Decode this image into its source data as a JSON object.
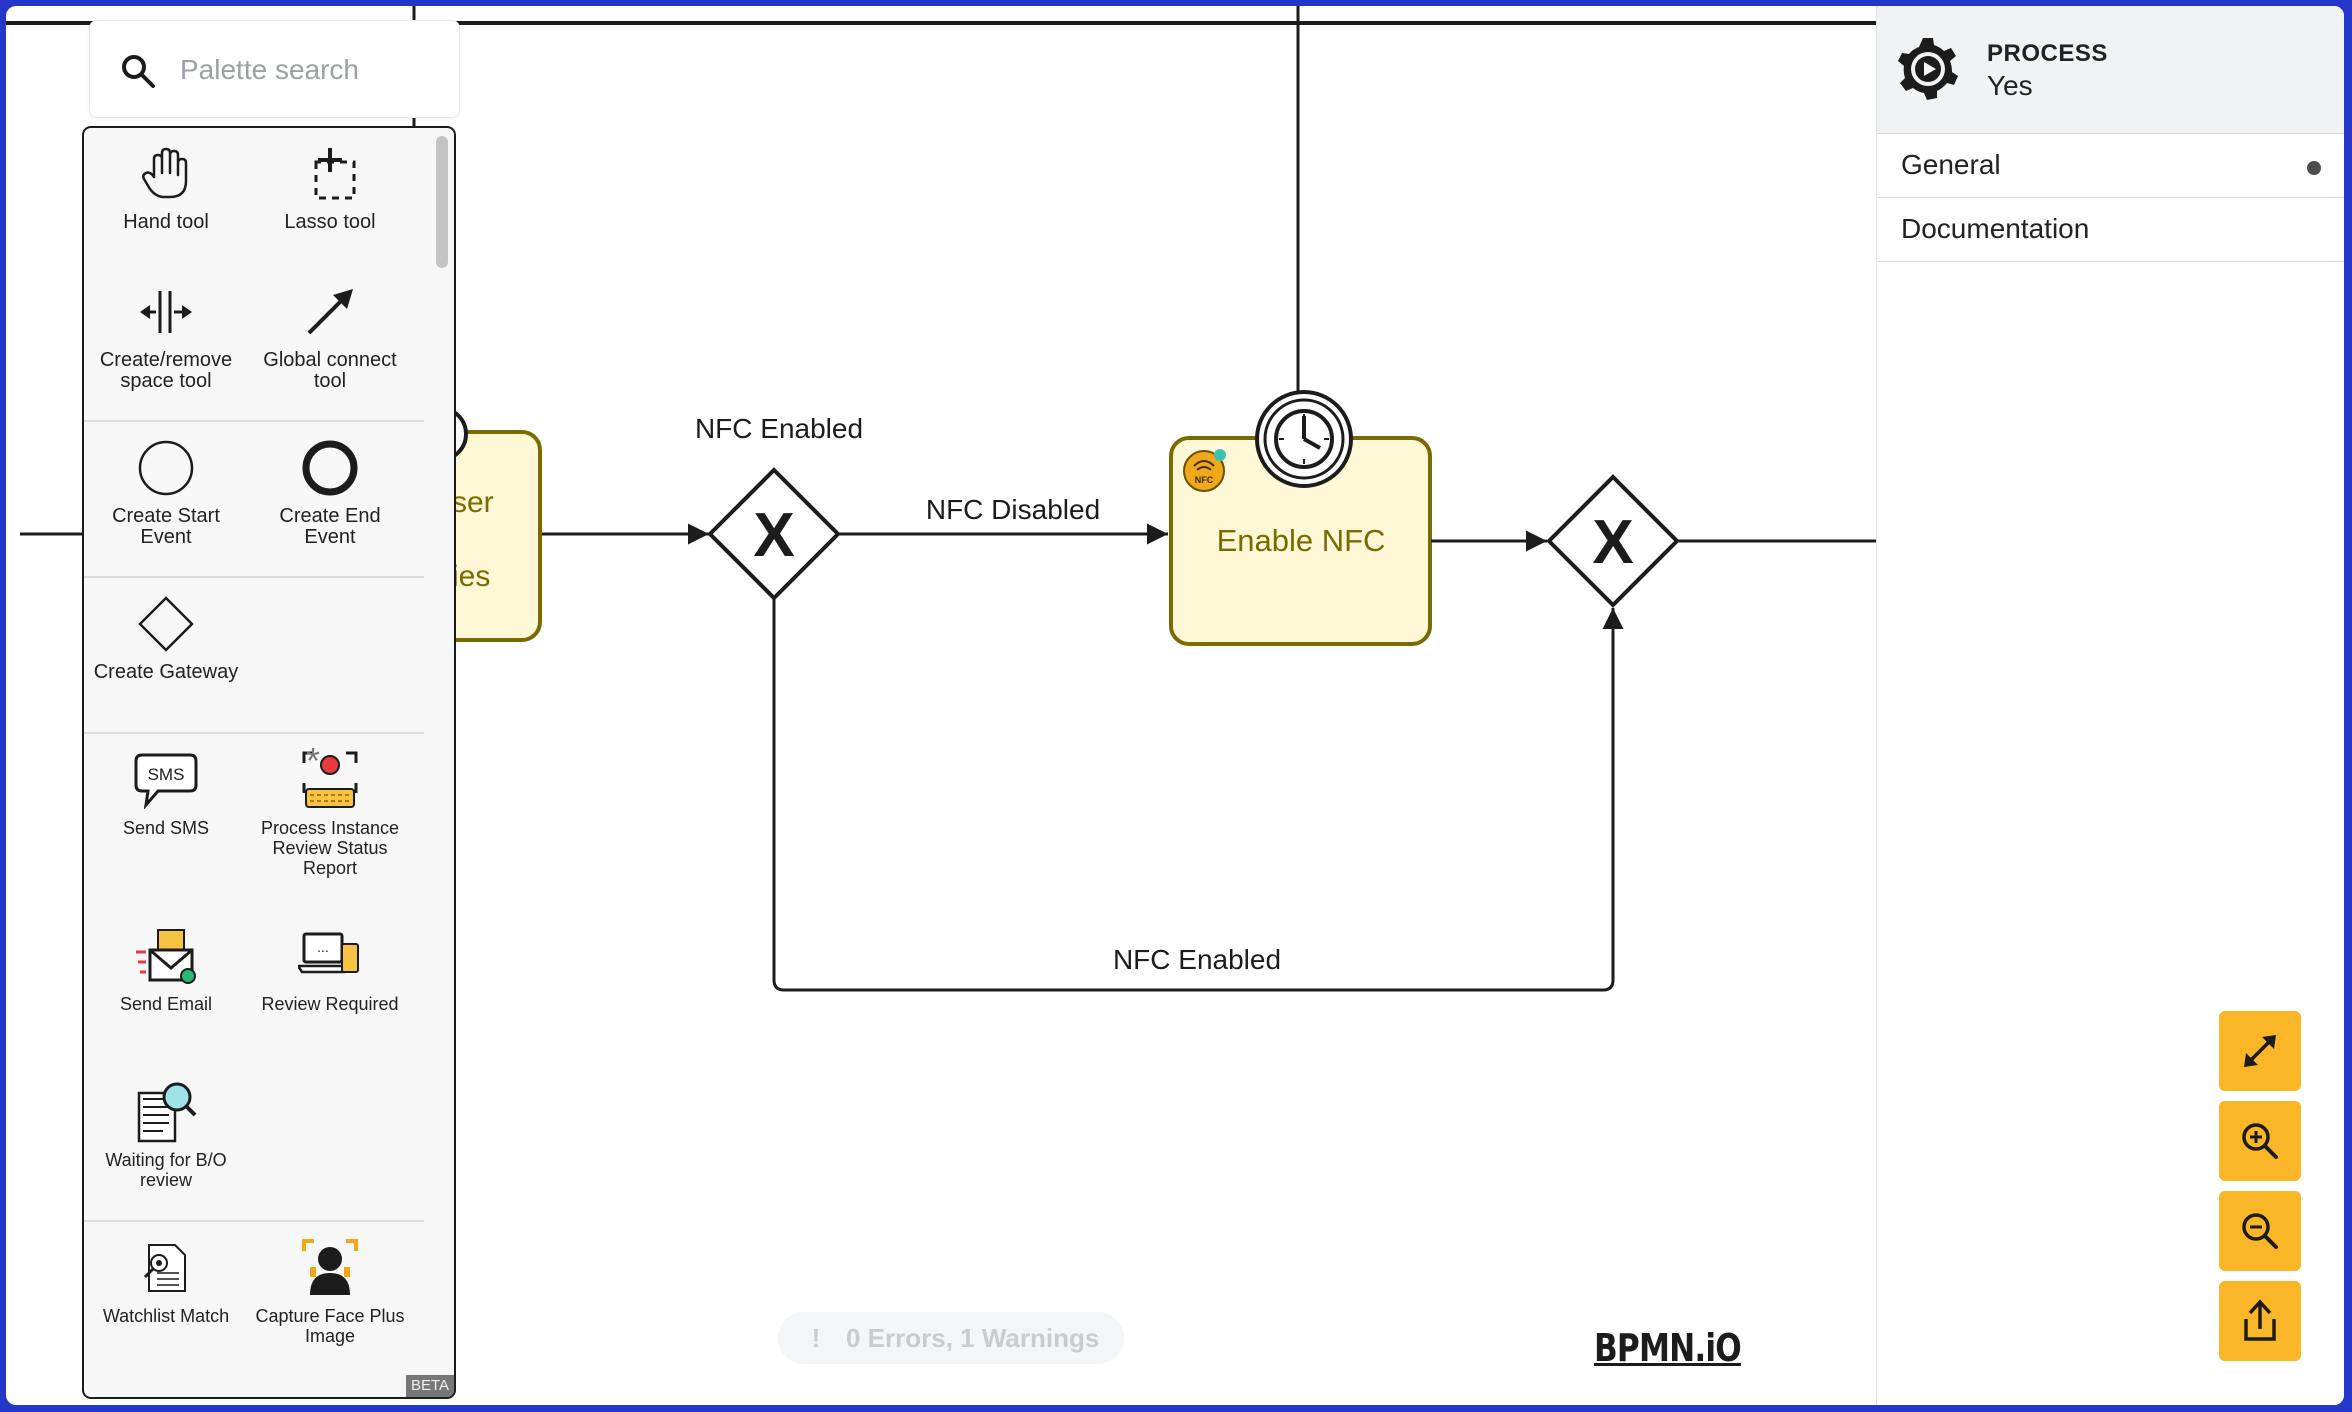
{
  "search": {
    "placeholder": "Palette search"
  },
  "palette": {
    "tools": [
      {
        "id": "hand",
        "label": "Hand tool",
        "icon": "hand-icon"
      },
      {
        "id": "lasso",
        "label": "Lasso tool",
        "icon": "lasso-icon"
      },
      {
        "id": "space",
        "label": "Create/remove space tool",
        "icon": "space-tool-icon"
      },
      {
        "id": "connect",
        "label": "Global connect tool",
        "icon": "connect-arrow-icon"
      }
    ],
    "events": [
      {
        "id": "start",
        "label": "Create Start Event",
        "icon": "start-event-icon"
      },
      {
        "id": "end",
        "label": "Create End Event",
        "icon": "end-event-icon"
      }
    ],
    "gateways": [
      {
        "id": "gateway",
        "label": "Create Gateway",
        "icon": "gateway-icon"
      }
    ],
    "custom": [
      {
        "id": "sms",
        "label": "Send SMS",
        "icon": "sms-bubble-icon",
        "badge": "SMS"
      },
      {
        "id": "report",
        "label": "Process Instance Review Status Report",
        "icon": "report-icon"
      },
      {
        "id": "email",
        "label": "Send Email",
        "icon": "email-icon"
      },
      {
        "id": "review",
        "label": "Review Required",
        "icon": "review-laptop-icon"
      },
      {
        "id": "waiting",
        "label": "Waiting for B/O review",
        "icon": "document-search-icon"
      }
    ],
    "more": [
      {
        "id": "watchlist",
        "label": "Watchlist Match",
        "icon": "watchlist-icon"
      },
      {
        "id": "face",
        "label": "Capture Face Plus Image",
        "icon": "face-capture-icon"
      }
    ],
    "star": "*",
    "beta": "BETA"
  },
  "diagram": {
    "partial_task_lines": [
      "ser",
      "ies"
    ],
    "gateway1_label": "NFC Enabled",
    "flow_disabled_label": "NFC Disabled",
    "flow_enabled_bottom_label": "NFC Enabled",
    "task_label": "Enable NFC",
    "task_icon": "nfc-icon",
    "task_icon_text": "NFC",
    "boundary_event_icon": "timer-icon",
    "gateway_marker": "X"
  },
  "properties": {
    "element_type": "PROCESS",
    "element_name": "Yes",
    "groups": [
      {
        "label": "General",
        "has_entries": true
      },
      {
        "label": "Documentation",
        "has_entries": false
      }
    ]
  },
  "linting": {
    "icon": "!",
    "text": "0 Errors, 1 Warnings"
  },
  "controls": [
    {
      "id": "fit",
      "icon": "expand-arrows-icon"
    },
    {
      "id": "zoom-in",
      "icon": "zoom-in-icon"
    },
    {
      "id": "zoom-out",
      "icon": "zoom-out-icon"
    },
    {
      "id": "export",
      "icon": "export-icon"
    }
  ],
  "brand": {
    "logo": "BPMN.iO"
  },
  "colors": {
    "accent": "#fbb628",
    "task_fill": "#fff8d6",
    "task_stroke": "#7a6a00",
    "frame": "#2437c9"
  }
}
